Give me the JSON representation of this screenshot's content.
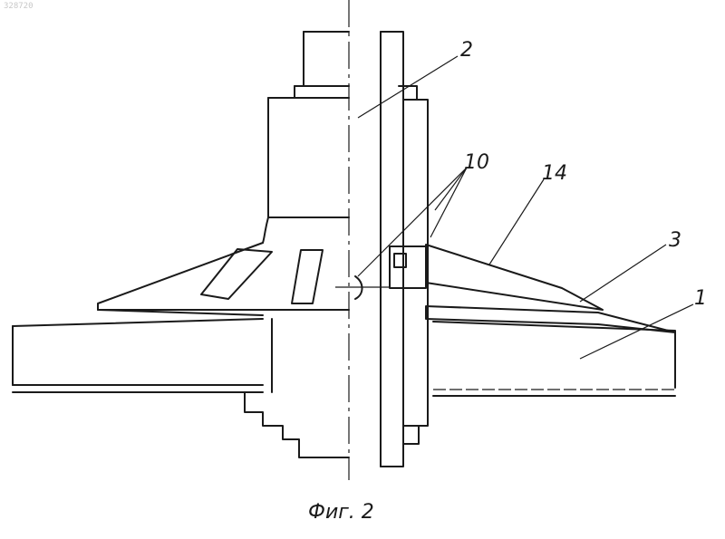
{
  "corner_code": "328720",
  "labels": {
    "shaft": "2",
    "openings": "10",
    "cone_part": "14",
    "disc": "3",
    "base": "1"
  },
  "caption": "Фиг. 2"
}
